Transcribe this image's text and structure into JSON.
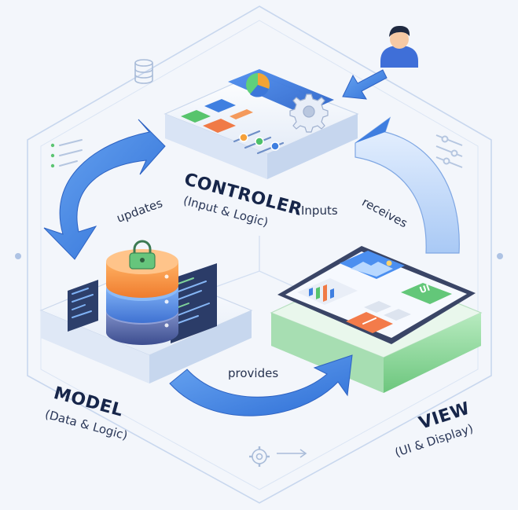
{
  "nodes": {
    "controller": {
      "title": "CONTROLER",
      "subtitle": "(Input & Logic)"
    },
    "model": {
      "title": "MODEL",
      "subtitle": "(Data & Logic)"
    },
    "view": {
      "title": "VIEW",
      "subtitle": "(UI & Display)"
    }
  },
  "flows": {
    "updates": "updates",
    "inputs": "Inputs",
    "receives": "receives",
    "provides": "provides"
  },
  "view_screen": {
    "button_label": "UI"
  },
  "colors": {
    "background": "#f3f6fb",
    "arrow_blue": "#3f7ee0",
    "view_green": "#7ccf8a",
    "db_orange": "#f08a3c",
    "accent_orange": "#f37b4a"
  },
  "icons": [
    "user-icon",
    "gear-icon",
    "database-icon",
    "lock-icon",
    "image-icon",
    "settings-sliders-icon",
    "list-icon"
  ]
}
